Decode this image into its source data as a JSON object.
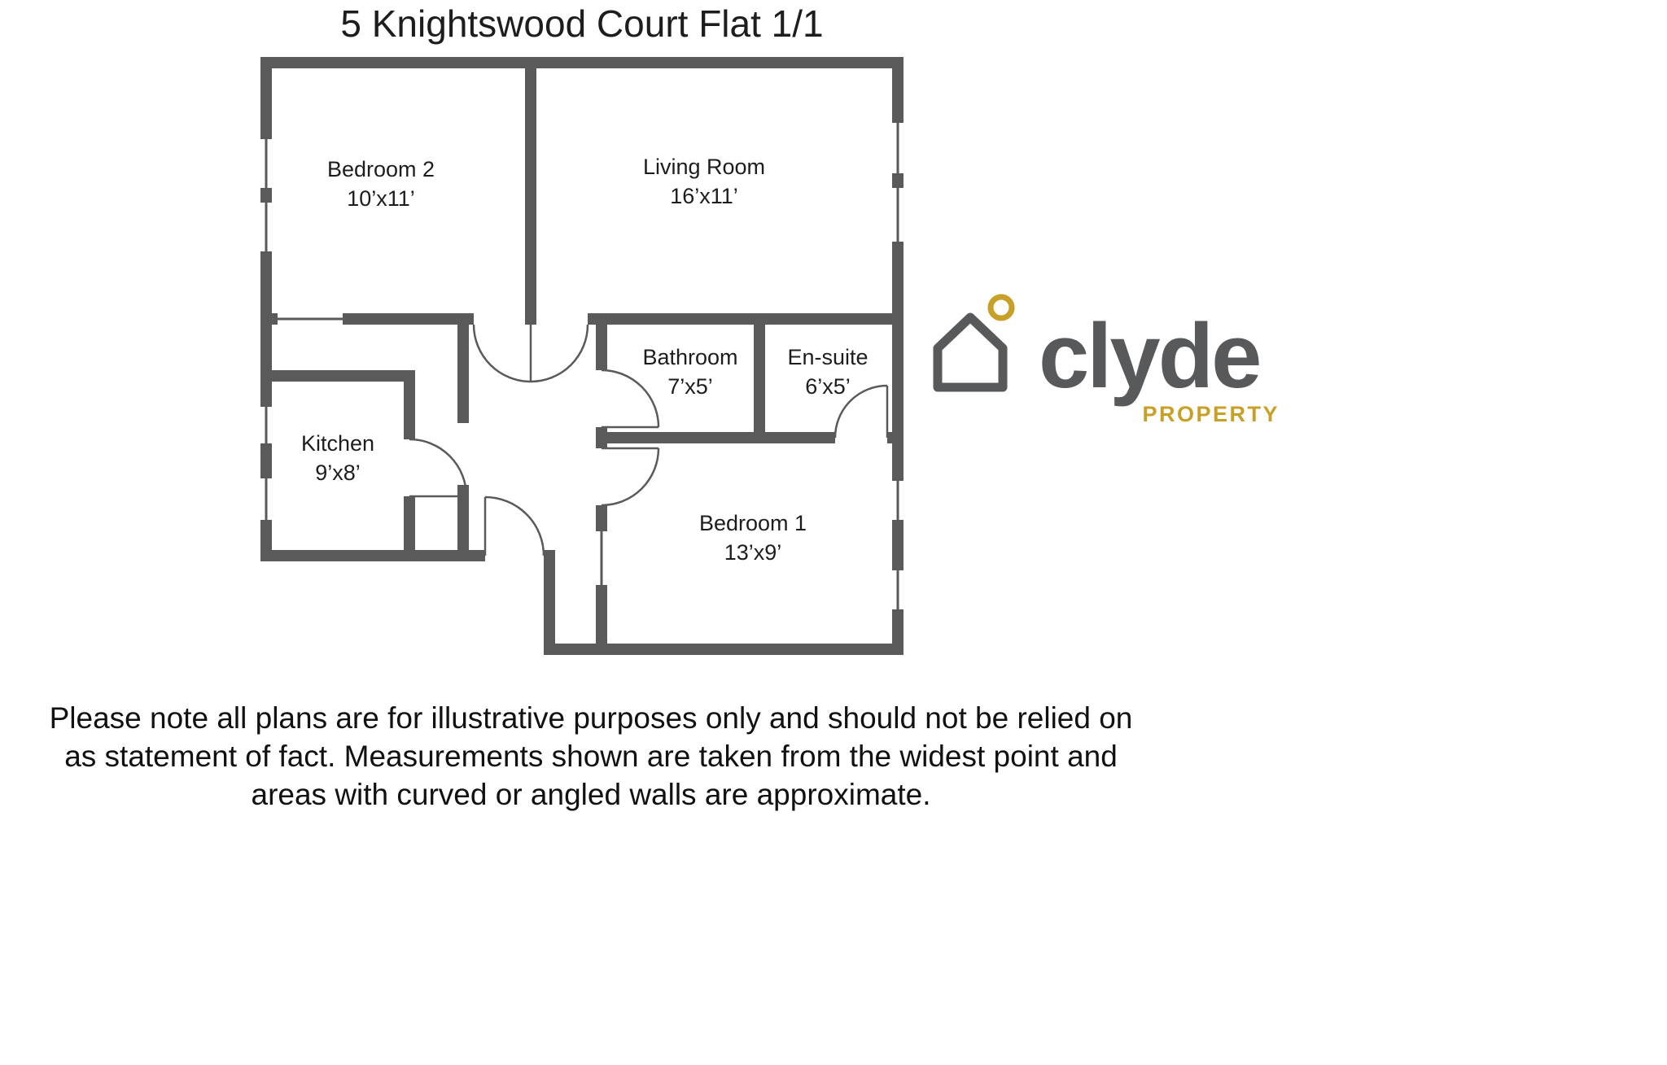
{
  "title": "5 Knightswood Court Flat 1/1",
  "rooms": [
    {
      "name": "Bedroom 2",
      "dims": "10’x11’"
    },
    {
      "name": "Living Room",
      "dims": "16’x11’"
    },
    {
      "name": "Bathroom",
      "dims": "7’x5’"
    },
    {
      "name": "En-suite",
      "dims": "6’x5’"
    },
    {
      "name": "Kitchen",
      "dims": "9’x8’"
    },
    {
      "name": "Bedroom 1",
      "dims": "13’x9’"
    }
  ],
  "logo": {
    "brand": "clyde",
    "tagline": "PROPERTY",
    "icon": "house-icon",
    "brand_color": "#58595b",
    "accent_color": "#c8a028"
  },
  "disclaimer": {
    "line1": "Please note all plans are for illustrative purposes only and should not be relied on",
    "line2": "as statement of fact. Measurements shown are taken from the widest point and",
    "line3": "areas with curved or angled walls are approximate."
  },
  "colors": {
    "wall": "#5a5a5a",
    "text": "#1d1d1d"
  }
}
